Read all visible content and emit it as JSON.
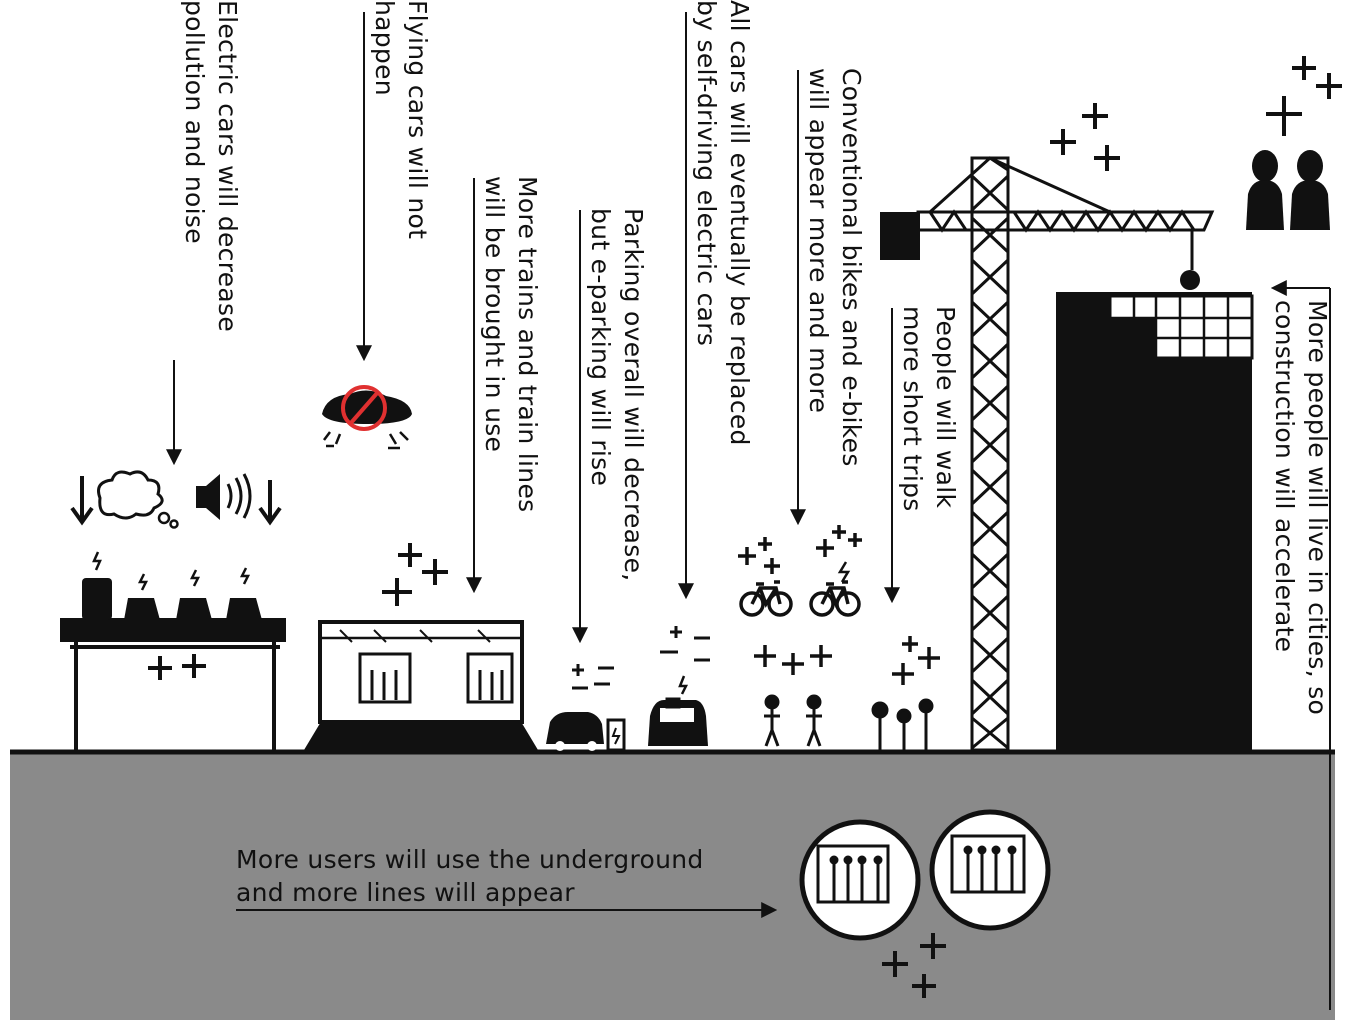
{
  "labels": {
    "electric_cars": "Electric cars will decrease\npollution and noise",
    "flying_cars": "Flying cars will not\nhappen",
    "trains": "More trains and train lines\nwill be brought in use",
    "parking": "Parking overall will decrease,\nbut e-parking will rise",
    "self_driving": "All cars will eventually be replaced\nby self-driving electric cars",
    "bikes": "Conventional bikes and e-bikes\nwill appear more and more",
    "walk": "People will walk\nmore short trips",
    "cities": "More people will live in cities, so\nconstruction will accelerate",
    "underground": "More users will use the underground\nand more lines will appear"
  },
  "colors": {
    "ground": "#8a8a8a",
    "ink": "#111111",
    "forbidden": "#e03030"
  },
  "icons": [
    "cloud-icon",
    "speaker-icon",
    "flying-car-icon",
    "no-sign-icon",
    "train-icon",
    "parked-car-icon",
    "charger-icon",
    "robot-car-icon",
    "bike-icon",
    "ebike-icon",
    "pedestrian-icon",
    "tree-icon",
    "crane-icon",
    "building-icon",
    "people-icon",
    "underground-train-icon"
  ]
}
